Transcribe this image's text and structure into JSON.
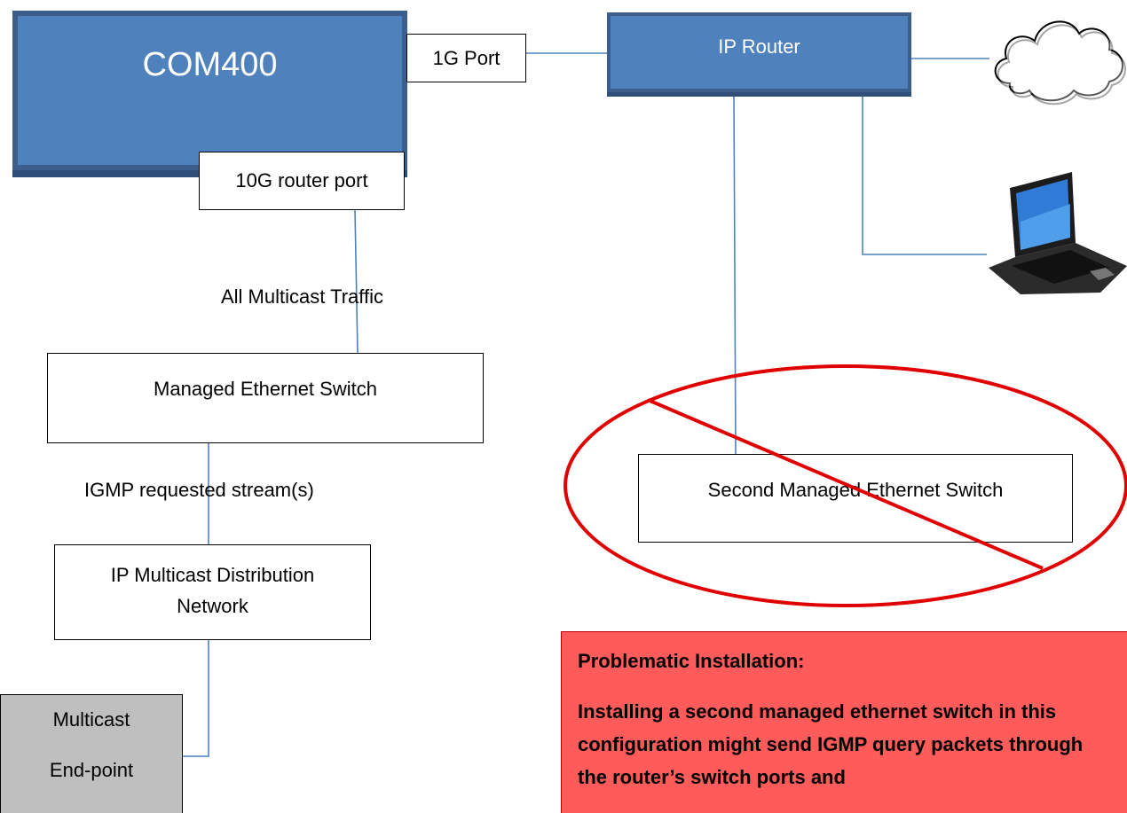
{
  "devices": {
    "com400": "COM400",
    "port_1g": "1G Port",
    "port_10g": "10G router port",
    "ip_router": "IP Router",
    "managed_switch": "Managed Ethernet Switch",
    "second_switch": "Second Managed Ethernet Switch",
    "distribution_line1": "IP Multicast Distribution",
    "distribution_line2": "Network",
    "endpoint_line1": "Multicast",
    "endpoint_line2": "End-point"
  },
  "links": {
    "all_multicast": "All Multicast Traffic",
    "igmp_streams": "IGMP requested stream(s)"
  },
  "notice": {
    "title": "Problematic Installation:",
    "body": "Installing a second managed ethernet switch in this configuration might send IGMP query packets through the router’s switch ports and"
  },
  "icons": [
    "cloud-icon",
    "laptop-icon",
    "prohibited-icon"
  ],
  "colors": {
    "device_fill": "#4f81bd",
    "wire": "#4f81bd",
    "prohibit": "#e00000",
    "notice_fill": "#ff5b5b",
    "endpoint_fill": "#bfbfbf"
  }
}
